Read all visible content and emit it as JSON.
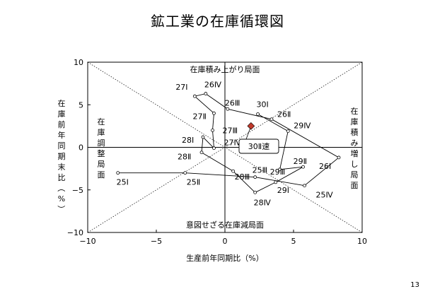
{
  "page": {
    "title": "鉱工業の在庫循環図",
    "page_number": "13"
  },
  "chart_data": {
    "type": "scatter",
    "title": "鉱工業の在庫循環図",
    "xlabel": "生産前年同期比（%）",
    "ylabel": "在庫前年同期末比（%）",
    "xlim": [
      -10,
      10
    ],
    "ylim": [
      -10,
      10
    ],
    "xticks": [
      "−10",
      "−5",
      "0",
      "5",
      "10"
    ],
    "yticks": [
      "10",
      "5",
      "0",
      "−5",
      "−10"
    ],
    "grid": false,
    "guide_lines": "diagonals y=x and y=-x (dotted)",
    "zones": {
      "top": "在庫積み上がり局面",
      "right": "在庫積み増し局面",
      "bottom": "意図せざる在庫減局面",
      "left": "在庫調整局面"
    },
    "series": [
      {
        "points": [
          {
            "label": "25Ⅰ",
            "x": -7.8,
            "y": -3.0
          },
          {
            "label": "25Ⅱ",
            "x": -2.9,
            "y": -3.0
          },
          {
            "label": "25Ⅲ",
            "x": 2.2,
            "y": -3.5
          },
          {
            "label": "25Ⅳ",
            "x": 5.8,
            "y": -4.5
          },
          {
            "label": "26Ⅰ",
            "x": 8.3,
            "y": -1.2
          },
          {
            "label": "26Ⅱ",
            "x": 3.4,
            "y": 3.3
          },
          {
            "label": "26Ⅲ",
            "x": 0.2,
            "y": 4.5
          },
          {
            "label": "26Ⅳ",
            "x": -1.4,
            "y": 6.3
          },
          {
            "label": "27Ⅰ",
            "x": -2.2,
            "y": 6.0
          },
          {
            "label": "27Ⅱ",
            "x": -0.8,
            "y": 4.0
          },
          {
            "label": "27Ⅲ",
            "x": -0.9,
            "y": 2.0
          },
          {
            "label": "27Ⅳ",
            "x": -0.8,
            "y": -0.1
          },
          {
            "label": "28Ⅰ",
            "x": -1.6,
            "y": 1.2
          },
          {
            "label": "28Ⅱ",
            "x": -1.7,
            "y": -0.6
          },
          {
            "label": "28Ⅲ",
            "x": 0.6,
            "y": -2.8
          },
          {
            "label": "28Ⅳ",
            "x": 2.2,
            "y": -5.3
          },
          {
            "label": "29Ⅰ",
            "x": 3.7,
            "y": -4.1
          },
          {
            "label": "29Ⅱ",
            "x": 5.7,
            "y": -2.3
          },
          {
            "label": "29Ⅲ",
            "x": 4.0,
            "y": -2.6
          },
          {
            "label": "29Ⅳ",
            "x": 4.6,
            "y": 1.9
          },
          {
            "label": "30Ⅰ",
            "x": 2.4,
            "y": 3.9
          }
        ],
        "highlight": {
          "label": "30Ⅱ速",
          "x": 1.9,
          "y": 2.5,
          "color": "#c0392b"
        }
      }
    ]
  }
}
